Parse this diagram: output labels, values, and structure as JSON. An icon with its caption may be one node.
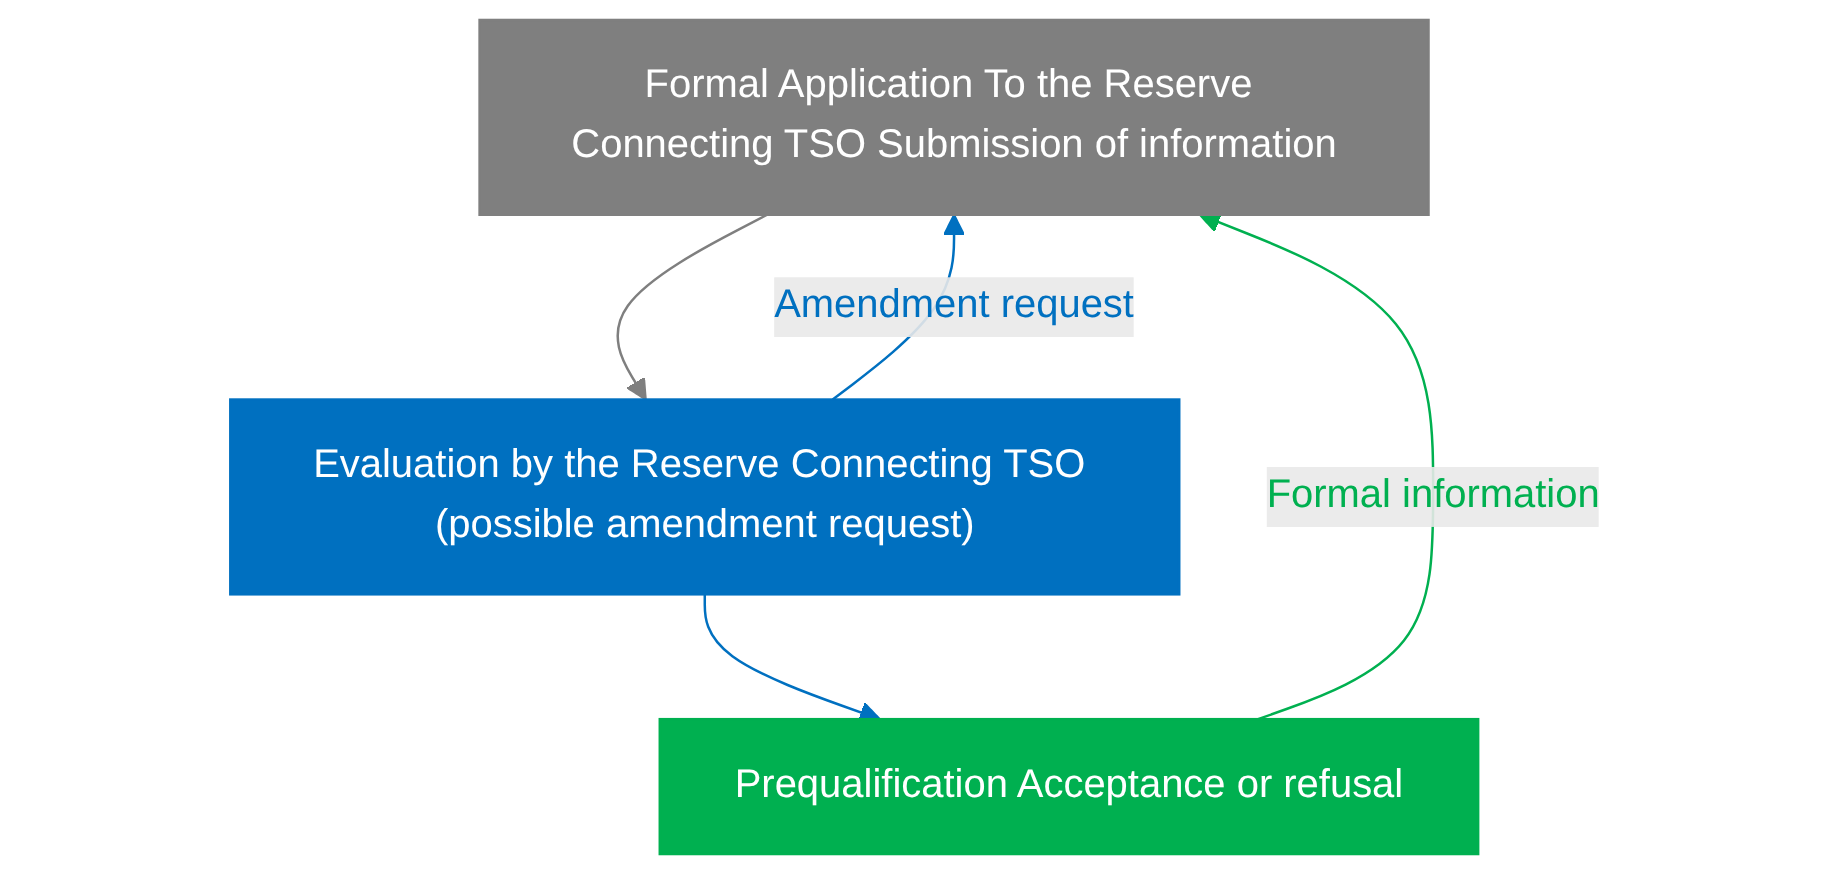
{
  "diagram": {
    "nodes": [
      {
        "text": [
          "Formal Application To the Reserve Connecting TSO Submission of information"
        ]
      },
      {
        "text": [
          "Evaluation by the Reserve Connecting TSO (possible amendment request)"
        ]
      },
      {
        "text": [
          "Prequalification Acceptance or refusal"
        ]
      }
    ],
    "edges": [
      {
        "from": 0,
        "to": 1,
        "arrow": "to",
        "color": "#7f7f7f"
      },
      {
        "from": 1,
        "to": 2,
        "arrow": "to",
        "color": "#0070c0"
      },
      {
        "from": 1,
        "to": 0,
        "arrow": "to",
        "color": "#0070c0",
        "label": "Amendment request"
      },
      {
        "from": 2,
        "to": 0,
        "arrow": "to",
        "color": "#00b050",
        "label": "Formal information"
      }
    ]
  }
}
